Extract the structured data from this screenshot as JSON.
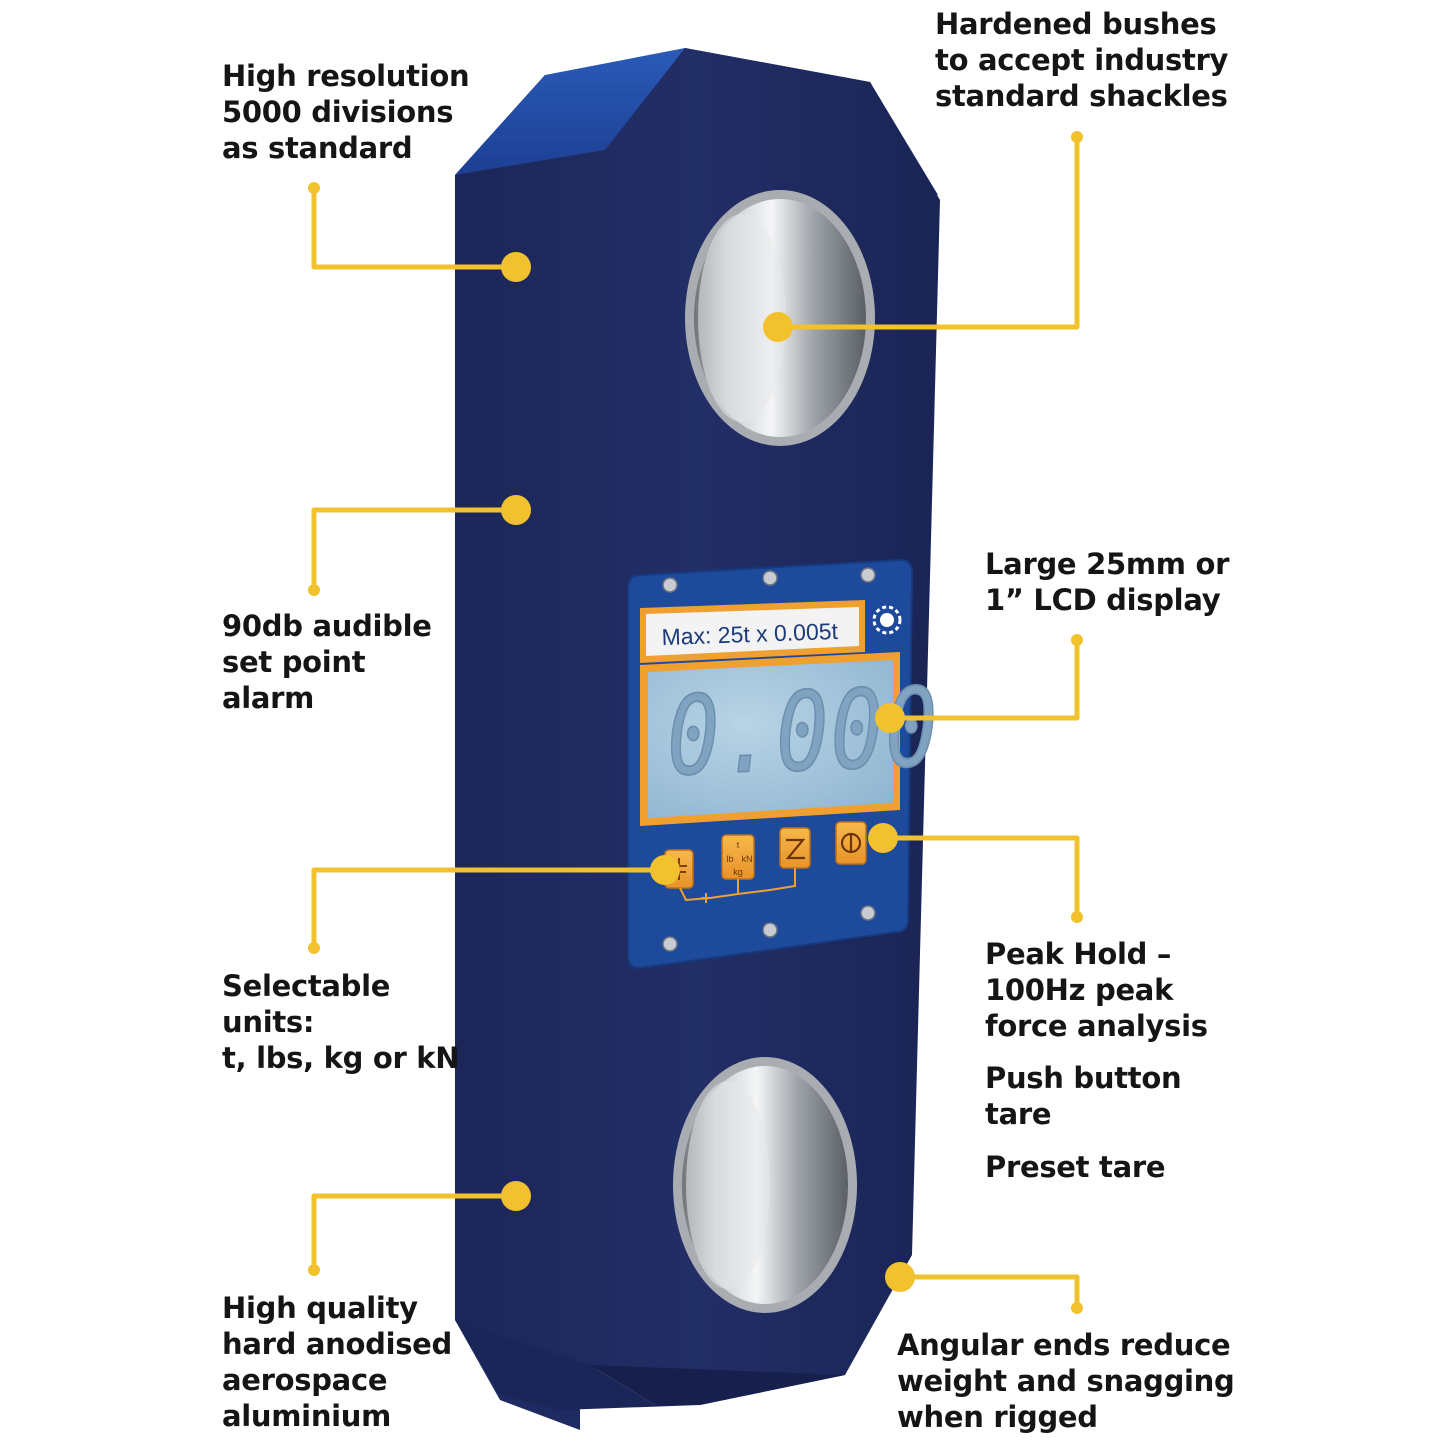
{
  "callouts": {
    "high_resolution": [
      "High resolution",
      "5000 divisions",
      "as standard"
    ],
    "hardened_bushes": [
      "Hardened bushes",
      "to accept industry",
      "standard shackles"
    ],
    "audible_alarm": [
      "90db audible",
      "set point",
      "alarm"
    ],
    "lcd_display": [
      "Large 25mm or",
      "1” LCD display"
    ],
    "selectable_units": [
      "Selectable",
      "units:",
      "t, lbs, kg or kN"
    ],
    "peak_hold": [
      "Peak Hold –",
      "100Hz peak",
      "force analysis"
    ],
    "push_button_tare": [
      "Push button",
      "tare"
    ],
    "preset_tare": [
      "Preset tare"
    ],
    "aluminium": [
      "High quality",
      "hard anodised",
      "aerospace",
      "aluminium"
    ],
    "angular_ends": [
      "Angular ends reduce",
      "weight and snagging",
      "when rigged"
    ]
  },
  "device": {
    "capacity_label": "Max: 25t x 0.005t",
    "lcd_reading": "0.000",
    "buttons": [
      {
        "name": "tare-button",
        "icon": "tare-icon"
      },
      {
        "name": "units-button",
        "icon": "units-icon",
        "units": [
          "t",
          "lb",
          "kN",
          "kg"
        ]
      },
      {
        "name": "zero-button",
        "icon": "zero-icon"
      },
      {
        "name": "power-button",
        "icon": "power-icon"
      }
    ]
  },
  "colors": {
    "body": "#1f2a5e",
    "body_top": "#2150a6",
    "panel": "#1e4a9c",
    "accent_orange": "#f0a030",
    "lcd": "#9fc2dc",
    "callout_yellow": "#f2c12e"
  }
}
